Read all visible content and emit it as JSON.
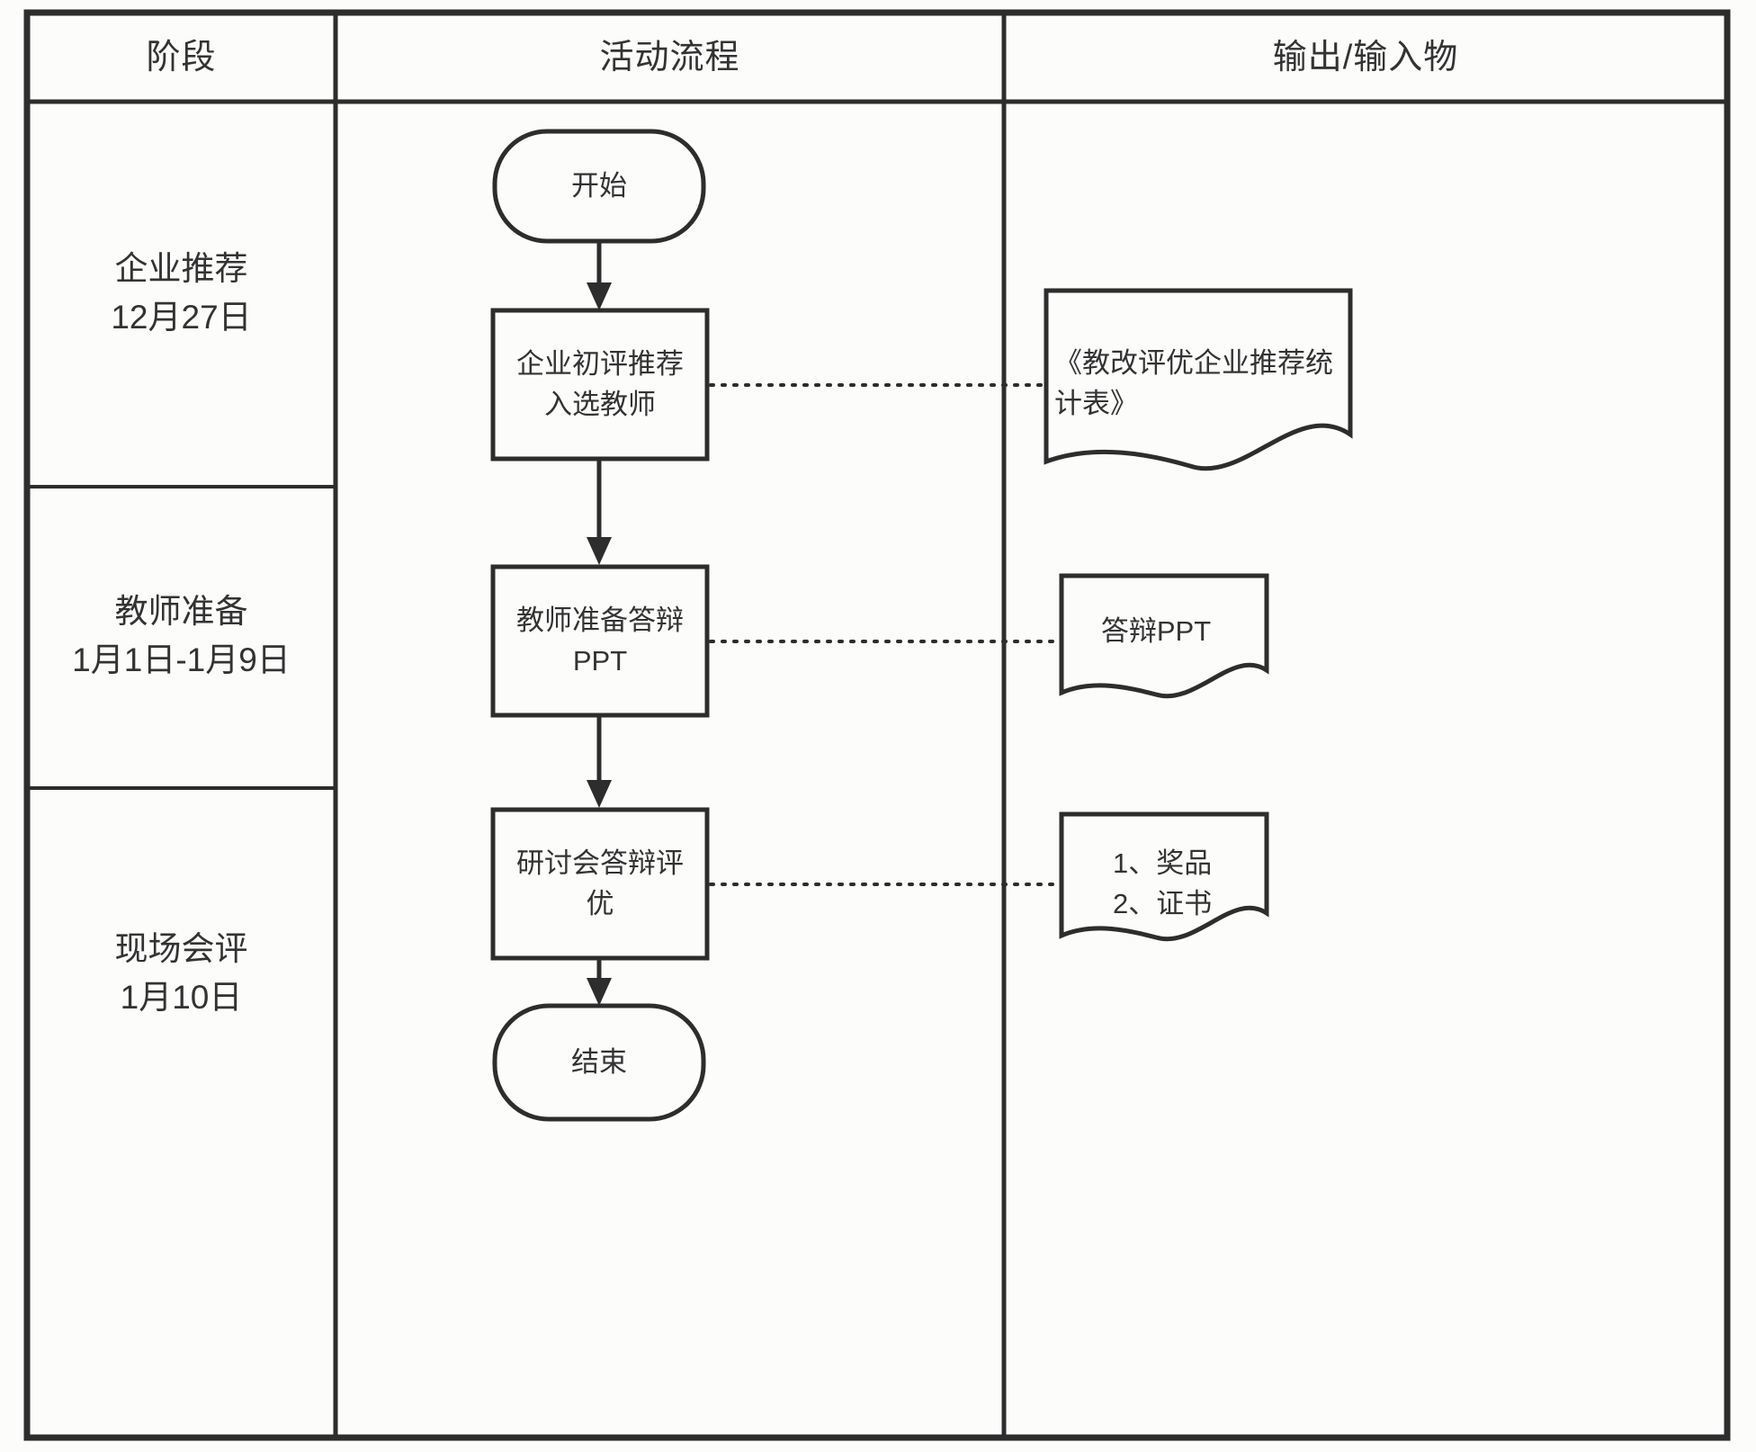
{
  "header": {
    "col_phase": "阶段",
    "col_flow": "活动流程",
    "col_output": "输出/输入物"
  },
  "phases": [
    {
      "label": "企业推荐",
      "date": "12月27日"
    },
    {
      "label": "教师准备",
      "date": "1月1日-1月9日"
    },
    {
      "label": "现场会评",
      "date": "1月10日"
    }
  ],
  "flow": {
    "start_label": "开始",
    "steps": [
      {
        "label": "企业初评推荐入选教师"
      },
      {
        "label": "教师准备答辩PPT"
      },
      {
        "label": "研讨会答辩评优"
      }
    ],
    "end_label": "结束"
  },
  "outputs": [
    {
      "label": "《教改评优企业推荐统计表》"
    },
    {
      "label": "答辩PPT"
    },
    {
      "label_line1": "1、奖品",
      "label_line2": "2、证书"
    }
  ],
  "colors": {
    "line": "#2d2d2d",
    "text": "#333333",
    "background": "#fcfcfb"
  }
}
